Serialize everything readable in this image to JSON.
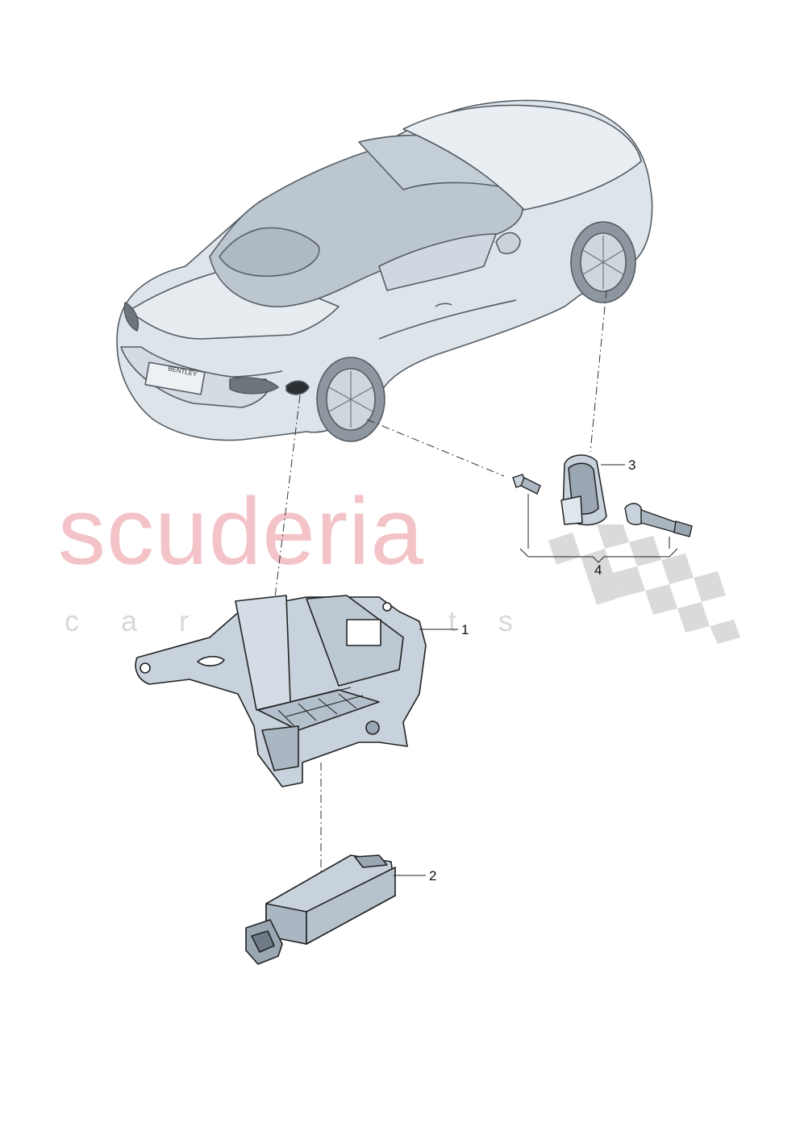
{
  "diagram": {
    "callouts": [
      {
        "id": "1",
        "label": "1"
      },
      {
        "id": "2",
        "label": "2"
      },
      {
        "id": "3",
        "label": "3"
      },
      {
        "id": "4",
        "label": "4"
      }
    ],
    "car_badge": "BENTLEY"
  },
  "watermark": {
    "main": "scuderia",
    "sub": "car parts"
  },
  "colors": {
    "car_fill": "#dde4ea",
    "car_stroke": "#555c63",
    "part_fill": "#c7d2dc",
    "part_stroke": "#222222",
    "leader": "#333333",
    "watermark_main": "#f2b9bf",
    "watermark_sub": "#d8d8d8",
    "checker": "#d0d0d0"
  }
}
